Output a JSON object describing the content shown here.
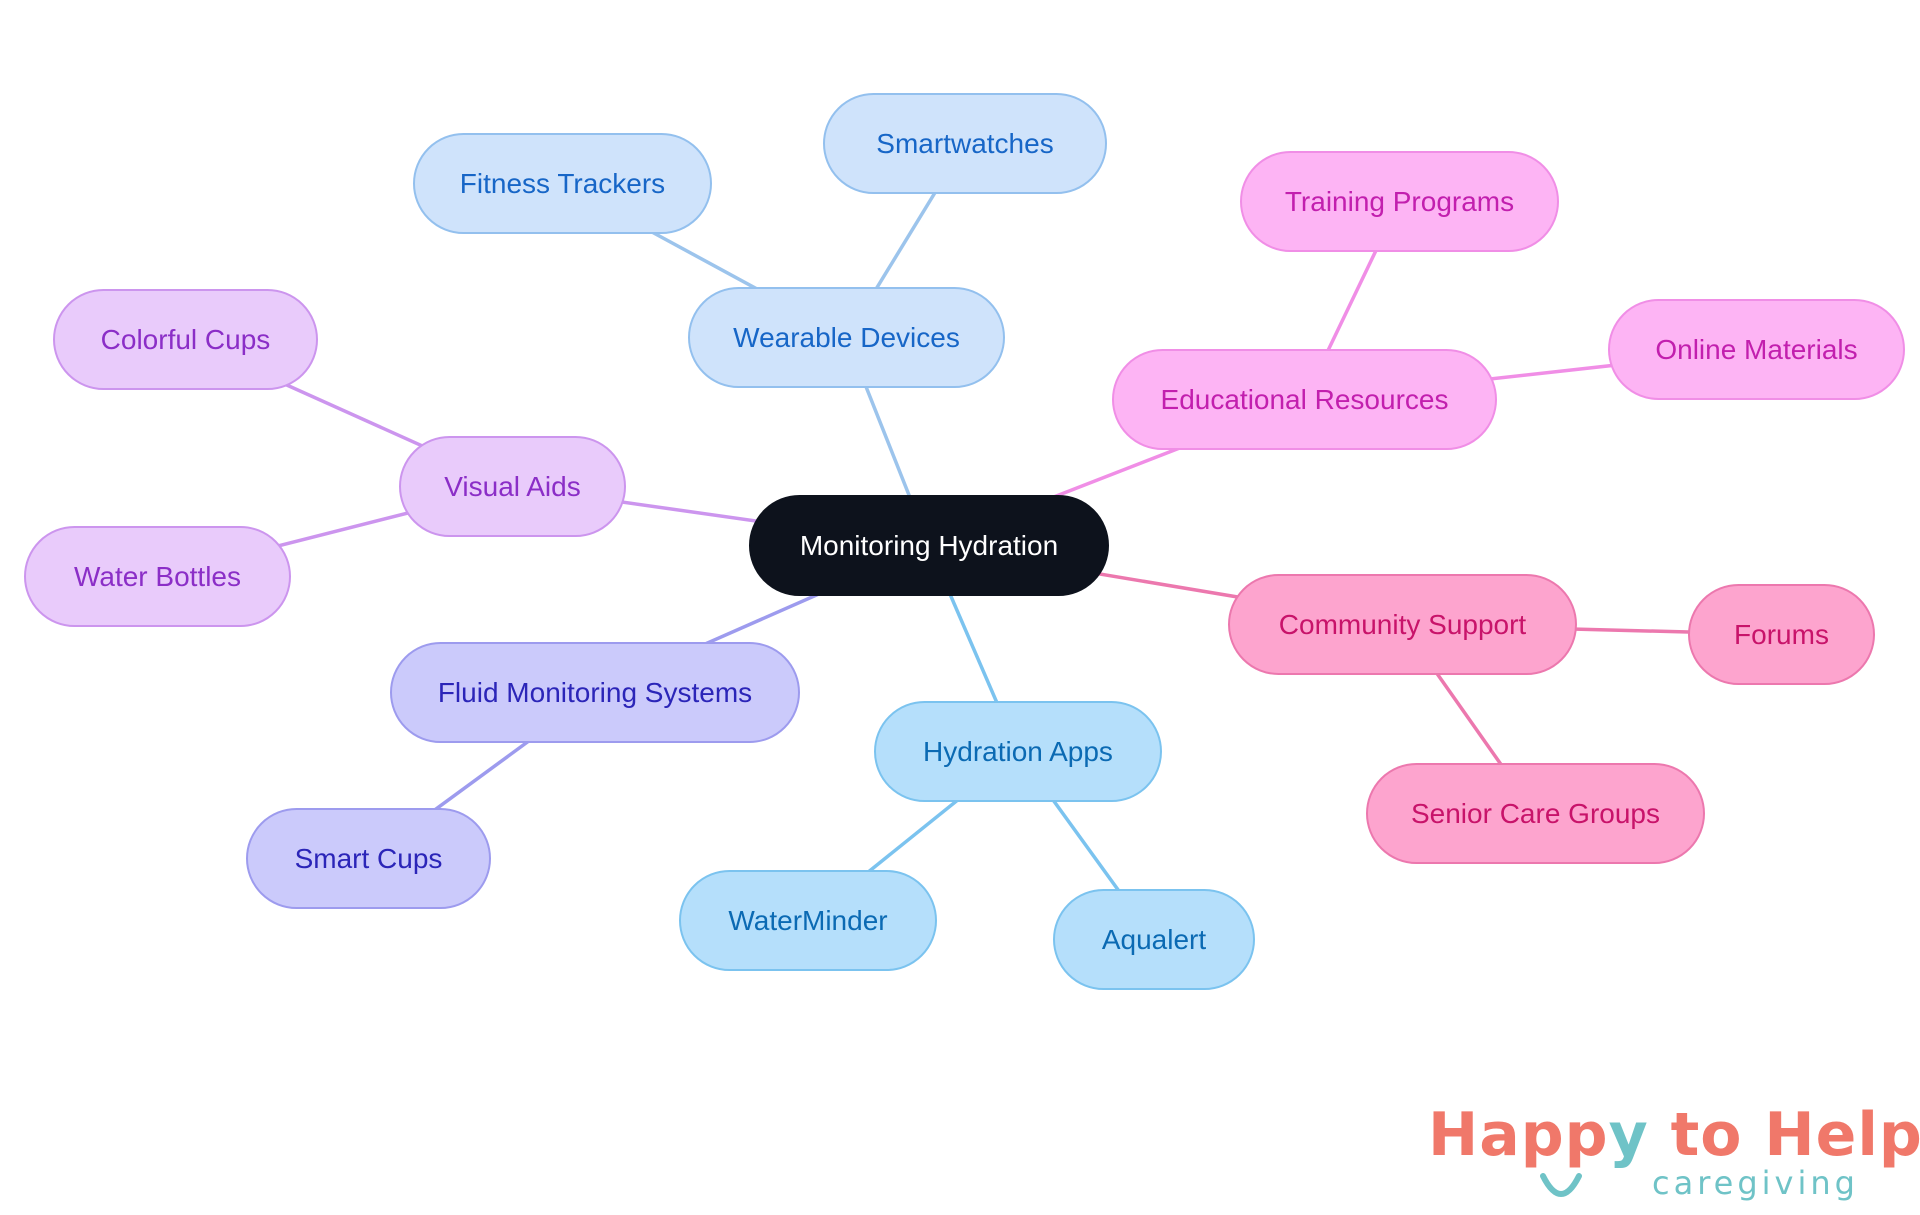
{
  "diagram": {
    "center": {
      "id": "root",
      "label": "Monitoring Hydration",
      "fill": "#0d121c",
      "border": "#0d121c",
      "text": "#ffffff"
    },
    "branches": [
      {
        "id": "wearable",
        "label": "Wearable Devices",
        "fill": "#cfe3fb",
        "border": "#93c0ee",
        "text": "#1766c7",
        "line": "#9cc4ec",
        "children": [
          {
            "id": "fitness",
            "label": "Fitness Trackers"
          },
          {
            "id": "smartwatches",
            "label": "Smartwatches"
          }
        ]
      },
      {
        "id": "educational",
        "label": "Educational Resources",
        "fill": "#fdb4f4",
        "border": "#f08ee6",
        "text": "#c21fae",
        "line": "#f08ee6",
        "children": [
          {
            "id": "training",
            "label": "Training Programs"
          },
          {
            "id": "online",
            "label": "Online Materials"
          }
        ]
      },
      {
        "id": "community",
        "label": "Community Support",
        "fill": "#fda4ce",
        "border": "#ec78ae",
        "text": "#c8136a",
        "line": "#ec78ae",
        "children": [
          {
            "id": "forums",
            "label": "Forums"
          },
          {
            "id": "senior",
            "label": "Senior Care Groups"
          }
        ]
      },
      {
        "id": "apps",
        "label": "Hydration Apps",
        "fill": "#b5dffb",
        "border": "#7bc3ef",
        "text": "#0b6ab3",
        "line": "#7bc3ef",
        "children": [
          {
            "id": "waterminder",
            "label": "WaterMinder"
          },
          {
            "id": "aqualert",
            "label": "Aqualert"
          }
        ]
      },
      {
        "id": "fluid",
        "label": "Fluid Monitoring Systems",
        "fill": "#cbcafb",
        "border": "#9d9bee",
        "text": "#2b25b8",
        "line": "#9d9bee",
        "children": [
          {
            "id": "smartcups",
            "label": "Smart Cups"
          }
        ]
      },
      {
        "id": "visual",
        "label": "Visual Aids",
        "fill": "#e9cbfb",
        "border": "#cc95ee",
        "text": "#8b2ec7",
        "line": "#cc95ee",
        "children": [
          {
            "id": "colorful",
            "label": "Colorful Cups"
          },
          {
            "id": "bottles",
            "label": "Water Bottles"
          }
        ]
      }
    ]
  },
  "logo": {
    "main_a": "Happ",
    "main_y": "y",
    "main_b": " to Help",
    "sub": "caregiving",
    "color_main": "#f0786a",
    "color_accent": "#6fc3c7"
  }
}
